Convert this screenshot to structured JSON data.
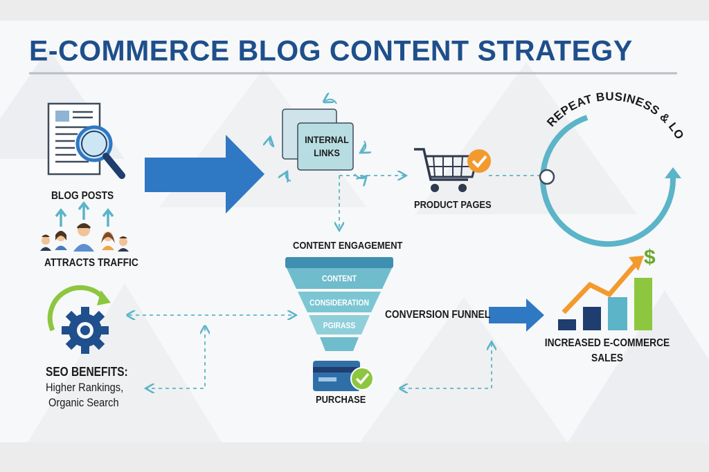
{
  "title": "E-COMMERCE BLOG CONTENT STRATEGY",
  "nodes": {
    "blog_posts": "BLOG POSTS",
    "attracts_traffic": "ATTRACTS TRAFFIC",
    "internal_links_line1": "INTERNAL",
    "internal_links_line2": "LINKS",
    "product_pages": "PRODUCT PAGES",
    "repeat_business": "REPEAT BUSINESS & LOYALTY",
    "content_engagement": "CONTENT ENGAGEMENT",
    "conversion_funnel": "CONVERSION FUNNEL",
    "increased_sales_line1": "INCREASED E-COMMERCE",
    "increased_sales_line2": "SALES",
    "seo_benefits": "SEO BENEFITS:",
    "seo_line1": "Higher Rankings,",
    "seo_line2": "Organic Search",
    "purchase": "PURCHASE"
  },
  "funnel": {
    "stage1": "CONTENT",
    "stage2": "CONSIDERATION",
    "stage3": "PGIRASS"
  },
  "icons": [
    "document-search-icon",
    "people-icon",
    "internal-links-icon",
    "shopping-cart-icon",
    "check-icon",
    "cycle-arrow-icon",
    "gear-icon",
    "funnel-icon",
    "credit-card-icon",
    "growth-chart-icon",
    "dollar-icon"
  ],
  "colors": {
    "title": "#1e4f8c",
    "arrow_blue": "#2f78c4",
    "teal": "#5bb4c8",
    "navy": "#1f3d6e",
    "green": "#8dc63f",
    "orange": "#f39a2e"
  }
}
